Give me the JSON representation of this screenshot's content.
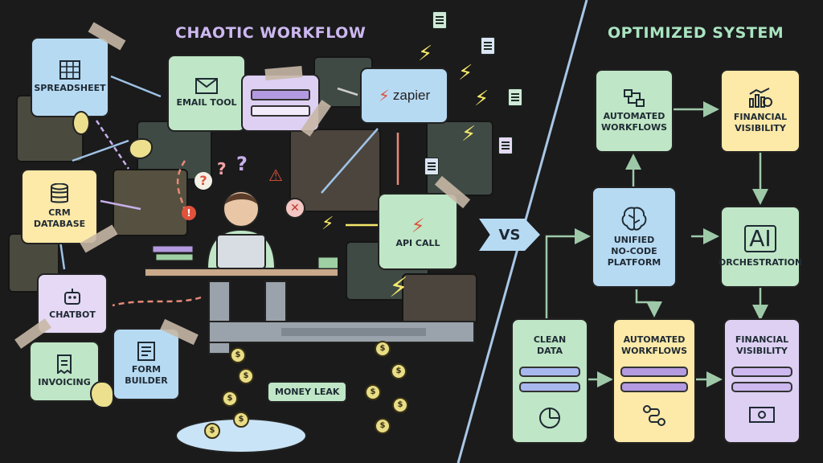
{
  "left_title": "CHAOTIC WORKFLOW",
  "right_title": "OPTIMIZED SYSTEM",
  "vs": "VS",
  "chaos": {
    "spreadsheet": "SPREADSHEET",
    "email_tool": "EMAIL TOOL",
    "zapier": "zapier",
    "crm": "CRM\nDATABASE",
    "api_call": "API CALL",
    "chatbot": "CHATBOT",
    "invoicing": "INVOICING",
    "form_builder": "FORM\nBUILDER",
    "money_leak": "MONEY LEAK",
    "question_marks": "?"
  },
  "system": {
    "automated_workflows_top": "AUTOMATED\nWORKFLOWS",
    "financial_visibility_top": "FINANCIAL\nVISIBILITY",
    "unified_platform": "UNIFIED\nNO-CODE\nPLATFORM",
    "ai_heading": "AI",
    "ai_orchestration": "ORCHESTRATION",
    "clean_data": "CLEAN\nDATA",
    "automated_workflows_bottom": "AUTOMATED\nWORKFLOWS",
    "financial_visibility_bottom": "FINANCIAL\nVISIBILITY"
  },
  "colors": {
    "background": "#1b1b1c",
    "title_left": "#cdb8f0",
    "title_right": "#a9e4c0",
    "divider": "#a9c7e6",
    "arrow_right": "#9ec9a8",
    "bolt": "#f6e96b"
  }
}
